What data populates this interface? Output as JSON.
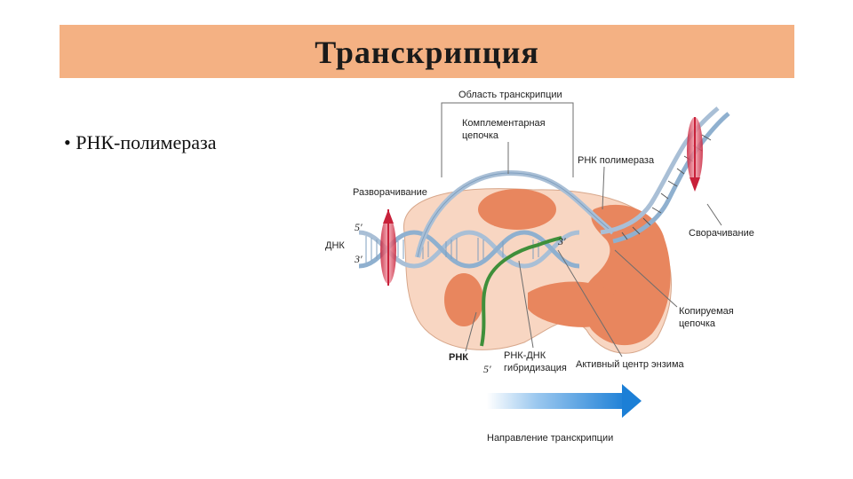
{
  "slide": {
    "title": "Транскрипция",
    "bullet_mark": "•",
    "bullet_text": "РНК-полимераза"
  },
  "diagram": {
    "labels": {
      "transcription_region": "Область транскрипции",
      "complementary_line1": "Комплементарная",
      "complementary_line2": "цепочка",
      "rna_polymerase": "РНК полимераза",
      "unwinding": "Разворачивание",
      "dna": "ДНК",
      "five_prime_top": "5′",
      "three_prime_left": "3′",
      "three_prime_mid": "3′",
      "rewinding": "Сворачивание",
      "template_line1": "Копируемая",
      "template_line2": "цепочка",
      "rna": "РНК",
      "five_prime_rna": "5′",
      "hybrid_line1": "РНК-ДНК",
      "hybrid_line2": "гибридизация",
      "active_center": "Активный центр энзима",
      "direction": "Направление транскрипции"
    },
    "colors": {
      "title_bar": "#f4b183",
      "enzyme_body": "#f8d6c2",
      "enzyme_lobe": "#e8865e",
      "dna_strand": "#a9bfd6",
      "rna_strand": "#3f8f3a",
      "rotation_arrow": "#c8213a",
      "direction_arrow": "#1c7fd6"
    }
  }
}
